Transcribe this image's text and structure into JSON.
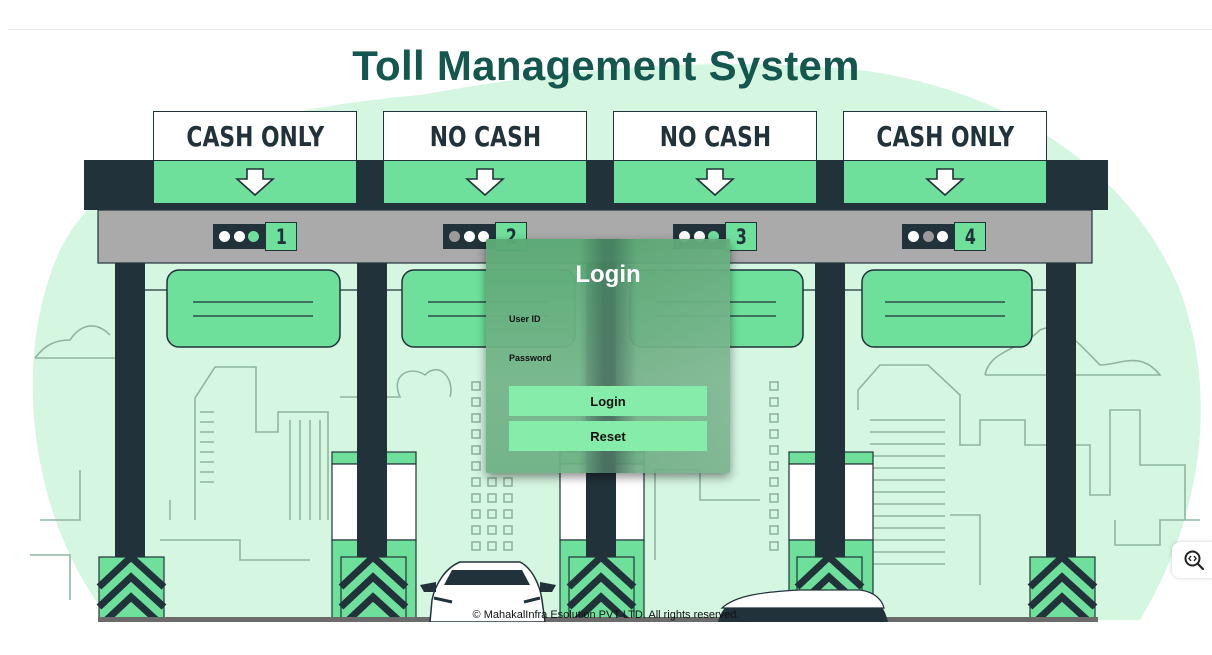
{
  "page": {
    "title": "Toll Management System",
    "footer": "© MahakalInfra Esolution PVT LTD. All rights reserved."
  },
  "illustration": {
    "booths": [
      {
        "sign": "CASH ONLY",
        "number": "1",
        "lights": [
          "#ffffff",
          "#ffffff",
          "#6fe09c"
        ]
      },
      {
        "sign": "NO CASH",
        "number": "2",
        "lights": [
          "#9a9a9a",
          "#ffffff",
          "#ffffff"
        ]
      },
      {
        "sign": "NO CASH",
        "number": "3",
        "lights": [
          "#ffffff",
          "#ffffff",
          "#6fe09c"
        ]
      },
      {
        "sign": "CASH ONLY",
        "number": "4",
        "lights": [
          "#ffffff",
          "#9a9a9a",
          "#ffffff"
        ]
      }
    ]
  },
  "login": {
    "title": "Login",
    "user_id_label": "User ID",
    "user_id_value": "",
    "password_label": "Password",
    "password_value": "",
    "login_button": "Login",
    "reset_button": "Reset"
  },
  "colors": {
    "title": "#14574e",
    "accent_green": "#6fe09c",
    "button_green": "#86ecaa",
    "dark": "#22323a",
    "bg_mint": "#d5f7e1",
    "gantry_gray": "#aaaaaa"
  },
  "corner_tool": {
    "icon": "zoom-code-icon"
  }
}
